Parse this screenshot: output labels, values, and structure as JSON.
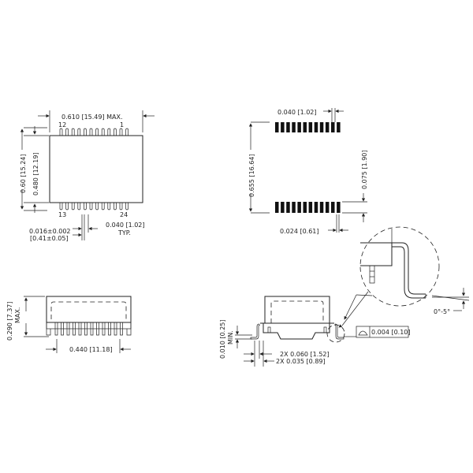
{
  "drawing": {
    "title": "24-pin SOIC package mechanical drawing",
    "top_view": {
      "width_label": "0.610 [15.49] MAX.",
      "pin_first_top": "12",
      "pin_last_top": "1",
      "pin_first_bottom": "13",
      "pin_last_bottom": "24",
      "overall_length_label": "0.60 [15.24]",
      "body_length_label": "0.480 [12.19]",
      "pitch_label": "0.040 [1.02]",
      "pitch_typ": "TYP.",
      "lead_width_label": "0.016±0.002",
      "lead_width_mm": "[0.41±0.05]",
      "pins_per_side": 12
    },
    "footprint": {
      "pitch_label": "0.040 [1.02]",
      "span_label": "0.655 [16.64]",
      "pad_length_label": "0.075 [1.90]",
      "pad_width_label": "0.024 [0.61]",
      "pads_per_side": 12
    },
    "side_view": {
      "height_label": "0.290 [7.37]",
      "height_max": "MAX.",
      "width_label": "0.440 [11.18]"
    },
    "end_view": {
      "standoff_label": "0.010 [0.25]",
      "standoff_min": "MIN.",
      "dim_a_label": "2X 0.060 [1.52]",
      "dim_b_label": "2X 0.035 [0.89]",
      "coplanarity_label": "0.004 [0.10]",
      "angle_label": "0°-5°"
    }
  }
}
